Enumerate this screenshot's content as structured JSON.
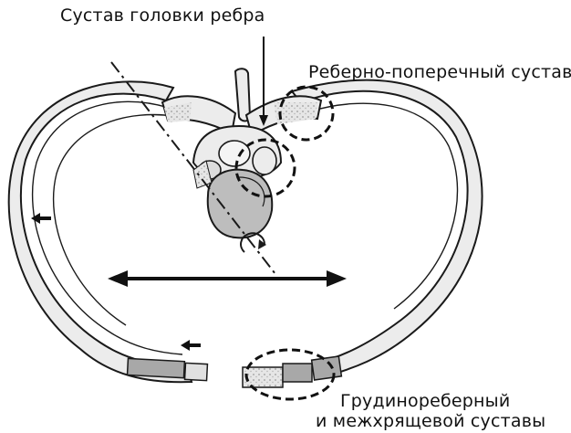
{
  "labels": {
    "costovertebral_head_joint": "Сустав головки ребра",
    "costotransverse_joint": "Реберно-поперечный сустав",
    "sternocostal_line1": "Грудинореберный",
    "sternocostal_line2": "и межхрящевой суставы"
  },
  "colors": {
    "bone_fill": "#ececec",
    "cartilage_fill": "#a8a8a8",
    "vertebral_body_fill": "#bdbdbd",
    "outline": "#1a1a1a",
    "background": "#ffffff"
  },
  "icons": [
    "rotation-arrow-icon",
    "horizontal-double-arrow-icon",
    "down-arrow-icon",
    "left-arrow-icon"
  ]
}
